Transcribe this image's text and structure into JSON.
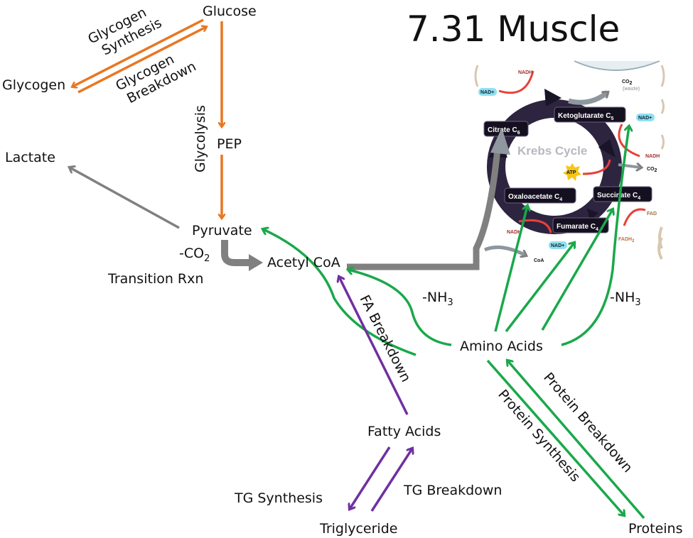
{
  "title": "7.31 Muscle",
  "colors": {
    "carbohydrate": "#e87722",
    "amino": "#1aa84a",
    "lipid": "#7030a0",
    "gray": "#808080",
    "krebs_ring": "#2d2440",
    "nadh_red": "#e8413a",
    "nad_bg": "#8fe0f0"
  },
  "nodes": {
    "glucose": "Glucose",
    "glycogen": "Glycogen",
    "pep": "PEP",
    "lactate": "Lactate",
    "pyruvate": "Pyruvate",
    "acetyl_coa": "Acetyl CoA",
    "amino_acids": "Amino Acids",
    "fatty_acids": "Fatty Acids",
    "triglyceride": "Triglyceride",
    "proteins": "Proteins"
  },
  "pathways": {
    "glycogen_synthesis_1": "Glycogen",
    "glycogen_synthesis_2": "Synthesis",
    "glycogen_breakdown_1": "Glycogen",
    "glycogen_breakdown_2": "Breakdown",
    "glycolysis": "Glycolysis",
    "minus_co2_prefix": "-CO",
    "minus_co2_sub": "2",
    "transition_rxn": "Transition Rxn",
    "minus_nh3_prefix": "-NH",
    "minus_nh3_sub": "3",
    "fa_breakdown": "FA Breakdown",
    "tg_synthesis": "TG Synthesis",
    "tg_breakdown": "TG Breakdown",
    "protein_synthesis": "Protein Synthesis",
    "protein_breakdown": "Protein Breakdown"
  },
  "krebs": {
    "title": "Krebs Cycle",
    "citrate": "Citrate C",
    "citrate_sub": "6",
    "ketoglutarate": "Ketoglutarate C",
    "ketoglutarate_sub": "5",
    "succinate": "Succinate C",
    "succinate_sub": "4",
    "fumarate": "Fumarate C",
    "fumarate_sub": "4",
    "oxaloacetate": "Oxaloacetate C",
    "oxaloacetate_sub": "4",
    "nad": "NAD+",
    "nadh": "NADH",
    "co2": "CO",
    "co2_sub": "2",
    "waste": "(waste)",
    "atp": "ATP",
    "fad": "FAD",
    "fadh2": "FADH",
    "fadh2_sub": "2",
    "coa": "CoA"
  }
}
